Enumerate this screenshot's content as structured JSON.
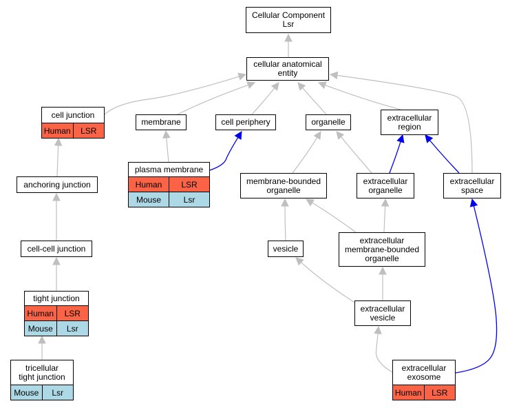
{
  "colors": {
    "human": "#fa6346",
    "mouse": "#add8e6",
    "edge_gray": "#bfbfbf",
    "edge_blue": "#0000ee"
  },
  "nodes": {
    "cellular_component": {
      "lines": [
        "Cellular Component",
        "Lsr"
      ]
    },
    "cellular_anatomical_entity": {
      "lines": [
        "cellular anatomical",
        "entity"
      ]
    },
    "cell_junction": {
      "lines": [
        "cell junction"
      ],
      "human": [
        "Human",
        "LSR"
      ]
    },
    "membrane": {
      "lines": [
        "membrane"
      ]
    },
    "cell_periphery": {
      "lines": [
        "cell periphery"
      ]
    },
    "organelle": {
      "lines": [
        "organelle"
      ]
    },
    "extracellular_region": {
      "lines": [
        "extracellular",
        "region"
      ]
    },
    "plasma_membrane": {
      "lines": [
        "plasma membrane"
      ],
      "human": [
        "Human",
        "LSR"
      ],
      "mouse": [
        "Mouse",
        "Lsr"
      ]
    },
    "anchoring_junction": {
      "lines": [
        "anchoring junction"
      ]
    },
    "membrane_bounded_organelle": {
      "lines": [
        "membrane-bounded",
        "organelle"
      ]
    },
    "extracellular_organelle": {
      "lines": [
        "extracellular",
        "organelle"
      ]
    },
    "extracellular_space": {
      "lines": [
        "extracellular",
        "space"
      ]
    },
    "cell_cell_junction": {
      "lines": [
        "cell-cell junction"
      ]
    },
    "vesicle": {
      "lines": [
        "vesicle"
      ]
    },
    "extracellular_mb_organelle": {
      "lines": [
        "extracellular",
        "membrane-bounded",
        "organelle"
      ]
    },
    "tight_junction": {
      "lines": [
        "tight junction"
      ],
      "human": [
        "Human",
        "LSR"
      ],
      "mouse": [
        "Mouse",
        "Lsr"
      ]
    },
    "extracellular_vesicle": {
      "lines": [
        "extracellular",
        "vesicle"
      ]
    },
    "tricellular_tight_junction": {
      "lines": [
        "tricellular",
        "tight junction"
      ],
      "mouse": [
        "Mouse",
        "Lsr"
      ]
    },
    "extracellular_exosome": {
      "lines": [
        "extracellular",
        "exosome"
      ],
      "human": [
        "Human",
        "LSR"
      ]
    }
  },
  "edges": [
    {
      "from": "cellular_anatomical_entity",
      "to": "cellular_component",
      "color": "gray"
    },
    {
      "from": "cell_junction",
      "to": "cellular_anatomical_entity",
      "color": "gray"
    },
    {
      "from": "membrane",
      "to": "cellular_anatomical_entity",
      "color": "gray"
    },
    {
      "from": "cell_periphery",
      "to": "cellular_anatomical_entity",
      "color": "gray"
    },
    {
      "from": "organelle",
      "to": "cellular_anatomical_entity",
      "color": "gray"
    },
    {
      "from": "extracellular_region",
      "to": "cellular_anatomical_entity",
      "color": "gray"
    },
    {
      "from": "extracellular_space",
      "to": "cellular_anatomical_entity",
      "color": "gray"
    },
    {
      "from": "plasma_membrane",
      "to": "membrane",
      "color": "gray"
    },
    {
      "from": "plasma_membrane",
      "to": "cell_periphery",
      "color": "blue"
    },
    {
      "from": "anchoring_junction",
      "to": "cell_junction",
      "color": "gray"
    },
    {
      "from": "cell_cell_junction",
      "to": "anchoring_junction",
      "color": "gray"
    },
    {
      "from": "tight_junction",
      "to": "cell_cell_junction",
      "color": "gray"
    },
    {
      "from": "tricellular_tight_junction",
      "to": "tight_junction",
      "color": "gray"
    },
    {
      "from": "membrane_bounded_organelle",
      "to": "organelle",
      "color": "gray"
    },
    {
      "from": "extracellular_organelle",
      "to": "organelle",
      "color": "gray"
    },
    {
      "from": "extracellular_organelle",
      "to": "extracellular_region",
      "color": "blue"
    },
    {
      "from": "extracellular_space",
      "to": "extracellular_region",
      "color": "blue"
    },
    {
      "from": "vesicle",
      "to": "membrane_bounded_organelle",
      "color": "gray"
    },
    {
      "from": "extracellular_mb_organelle",
      "to": "membrane_bounded_organelle",
      "color": "gray"
    },
    {
      "from": "extracellular_mb_organelle",
      "to": "extracellular_organelle",
      "color": "gray"
    },
    {
      "from": "extracellular_vesicle",
      "to": "vesicle",
      "color": "gray"
    },
    {
      "from": "extracellular_vesicle",
      "to": "extracellular_mb_organelle",
      "color": "gray"
    },
    {
      "from": "extracellular_exosome",
      "to": "extracellular_vesicle",
      "color": "gray"
    },
    {
      "from": "extracellular_exosome",
      "to": "extracellular_space",
      "color": "blue"
    }
  ]
}
